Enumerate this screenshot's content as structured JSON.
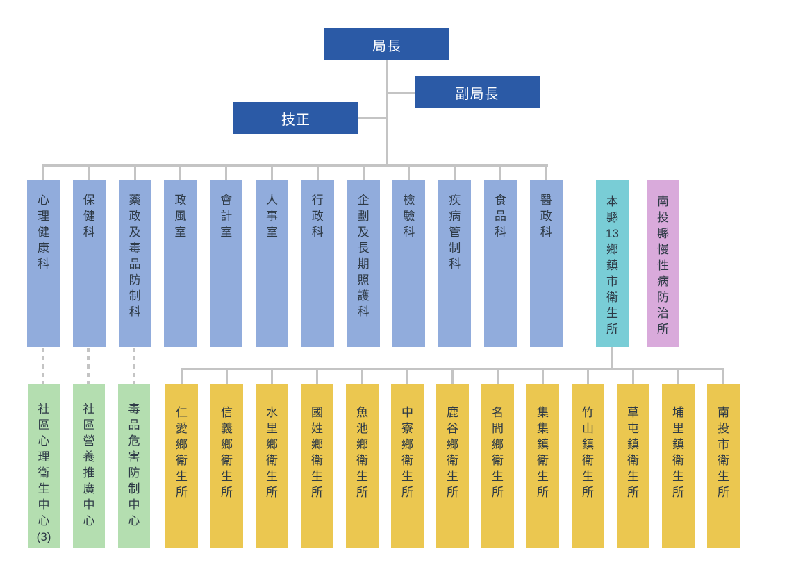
{
  "org": {
    "director": "局長",
    "deputy_director": "副局長",
    "technical_specialist": "技正",
    "departments": [
      "心理健康科",
      "保健科",
      "藥政及毒品防制科",
      "政風室",
      "會計室",
      "人事室",
      "行政科",
      "企劃及長期照護科",
      "檢驗科",
      "疾病管制科",
      "食品科",
      "醫政科"
    ],
    "township_group": "本縣13鄉鎮市衛生所",
    "chronic_disease_center": "南投縣慢性病防治所",
    "affiliated_centers": [
      "社區心理衛生中心(3)",
      "社區營養推廣中心",
      "毒品危害防制中心"
    ],
    "health_stations": [
      "仁愛鄉衛生所",
      "信義鄉衛生所",
      "水里鄉衛生所",
      "國姓鄉衛生所",
      "魚池鄉衛生所",
      "中寮鄉衛生所",
      "鹿谷鄉衛生所",
      "名間鄉衛生所",
      "集集鎮衛生所",
      "竹山鎮衛生所",
      "草屯鎮衛生所",
      "埔里鎮衛生所",
      "南投市衛生所"
    ]
  },
  "colors": {
    "executive_box": "#2B5AA6",
    "executive_text": "#FFFFFF",
    "department_box": "#91ACDC",
    "township_group_box": "#79CDD6",
    "chronic_center_box": "#D9AADB",
    "affiliated_center_box": "#B4DEB0",
    "health_station_box": "#EBC750",
    "connector": "#C4C4C4",
    "box_text": "#2E3A46"
  }
}
